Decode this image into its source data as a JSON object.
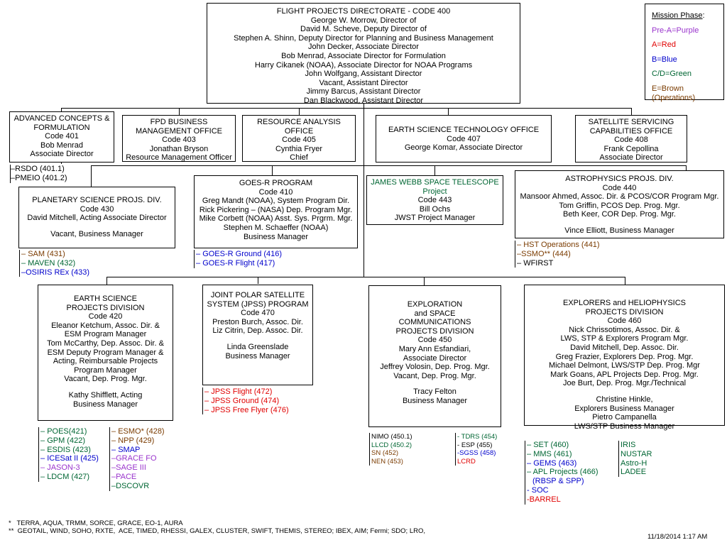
{
  "directorate": {
    "lines": [
      "FLIGHT PROJECTS DIRECTORATE - CODE 400",
      "George W. Morrow, Director of",
      "David M. Scheve, Deputy Director of",
      "Stephen A. Shinn, Deputy Director for Planning and Business Management",
      "John Decker, Associate Director",
      "Bob Menrad, Associate Director for Formulation",
      "Harry Cikanek (NOAA), Associate Director for NOAA Programs",
      "John Wolfgang, Assistant Director",
      "Vacant, Assistant Director",
      "Jimmy Barcus, Assistant Director",
      "Dan Blackwood, Assistant Director"
    ]
  },
  "legend": {
    "title": "Mission Phase",
    "colon": ":",
    "items": [
      {
        "text": "Pre-A=Purple",
        "color": "#9933cc"
      },
      {
        "text": "A=Red",
        "color": "#e00000"
      },
      {
        "text": "B=Blue",
        "color": "#0000cc"
      },
      {
        "text": "C/D=Green",
        "color": "#006633"
      },
      {
        "text": "E=Brown (Operations)",
        "color": "#7a3b00"
      }
    ]
  },
  "offices": {
    "adv_concepts": [
      "ADVANCED CONCEPTS &",
      "FORMULATION",
      "Code 401",
      "Bob Menrad",
      "Associate Director"
    ],
    "fpd_business": [
      "FPD BUSINESS",
      "MANAGEMENT OFFICE",
      "Code 403",
      "Jonathan Bryson",
      "Resource Management Officer"
    ],
    "resource_analysis": [
      "RESOURCE ANALYSIS",
      "OFFICE",
      "Code 405",
      "Cynthia Fryer",
      "Chief"
    ],
    "earth_tech": [
      "EARTH SCIENCE TECHNOLOGY OFFICE",
      "Code 407",
      "George Komar, Associate Director"
    ],
    "sat_servicing": [
      "SATELLITE SERVICING",
      "CAPABILITIES OFFICE",
      "Code 408",
      "Frank Cepollina",
      "Associate Director"
    ]
  },
  "adv_list": [
    "RSDO (401.1)",
    "PMEIO (401.2)"
  ],
  "planetary": {
    "lines": [
      "PLANETARY SCIENCE PROJS. DIV.",
      "Code 430",
      "David Mitchell, Acting Associate Director",
      "",
      "Vacant, Business Manager"
    ],
    "list": [
      {
        "text": "SAM (431)",
        "color": "#7a3b00"
      },
      {
        "text": "MAVEN (432)",
        "color": "#006633"
      },
      {
        "text": "OSIRIS REx (433)",
        "color": "#0000cc"
      }
    ]
  },
  "goes": {
    "lines": [
      "GOES-R  PROGRAM",
      "Code 410",
      "Greg Mandt (NOAA), System Program Dir.",
      "Rick Pickering – (NASA) Dep. Program Mgr.",
      "Mike Corbett (NOAA) Asst. Sys. Prgrm. Mgr.",
      "Stephen M. Schaeffer (NOAA)",
      "Business Manager"
    ],
    "list": [
      {
        "text": "GOES-R Ground (416)",
        "color": "#0000cc"
      },
      {
        "text": "GOES-R Flight (417)",
        "color": "#0000cc"
      }
    ]
  },
  "jwst": {
    "title_lines": [
      "JAMES WEBB SPACE TELESCOPE",
      "Project"
    ],
    "title_color": "#006633",
    "lines": [
      "Code 443",
      "Bill Ochs",
      "JWST Project Manager"
    ]
  },
  "astro": {
    "lines": [
      "ASTROPHYSICS PROJS. DIV.",
      "Code 440",
      "Mansoor Ahmed, Assoc. Dir. & PCOS/COR Program Mgr.",
      "Tom Griffin, PCOS Dep. Prog. Mgr.",
      "Beth Keer, COR Dep. Prog. Mgr.",
      "",
      "Vince Elliott, Business Manager"
    ],
    "list": [
      {
        "text": "HST Operations (441)",
        "color": "#7a3b00"
      },
      {
        "text": "SSMO** (444)",
        "color": "#7a3b00"
      },
      {
        "text": "WFIRST",
        "color": "#000000"
      }
    ]
  },
  "earth_div": {
    "lines": [
      "EARTH SCIENCE",
      "PROJECTS DIVISION",
      "Code 420",
      "Eleanor Ketchum, Assoc. Dir. &",
      "ESM Program Manager",
      "Tom McCarthy, Dep. Assoc. Dir. &",
      "ESM Deputy Program Manager &",
      "Acting, Reimbursable Projects",
      "Program Manager",
      "Vacant, Dep. Prog. Mgr.",
      "",
      "Kathy Shifflett, Acting",
      "Business Manager"
    ],
    "list_left": [
      {
        "text": "POES(421)",
        "color": "#006633"
      },
      {
        "text": "GPM (422)",
        "color": "#006633"
      },
      {
        "text": "ESDIS (423)",
        "color": "#006633"
      },
      {
        "text": "ICESat II (425)",
        "color": "#0000cc"
      },
      {
        "text": "JASON-3",
        "color": "#9933cc"
      },
      {
        "text": "LDCM (427)",
        "color": "#006633"
      }
    ],
    "list_right": [
      {
        "text": "ESMO* (428)",
        "color": "#7a3b00"
      },
      {
        "text": "NPP (429)",
        "color": "#7a3b00"
      },
      {
        "text": "SMAP",
        "color": "#0000cc"
      },
      {
        "text": "GRACE FO",
        "color": "#9933cc"
      },
      {
        "text": "SAGE III",
        "color": "#9933cc"
      },
      {
        "text": "PACE",
        "color": "#9933cc"
      },
      {
        "text": "DSCOVR",
        "color": "#006633"
      }
    ]
  },
  "jpss": {
    "lines": [
      "JOINT POLAR SATELLITE",
      "SYSTEM (JPSS) PROGRAM",
      "Code 470",
      "Preston Burch, Assoc. Dir.",
      "Liz Citrin, Dep. Assoc. Dir.",
      "",
      "Linda Greenslade",
      "Business Manager"
    ],
    "list": [
      {
        "text": "JPSS Flight (472)",
        "color": "#e00000"
      },
      {
        "text": "JPSS Ground (474)",
        "color": "#e00000"
      },
      {
        "text": "JPSS Free Flyer (476)",
        "color": "#e00000"
      }
    ]
  },
  "exploration": {
    "lines": [
      "EXPLORATION",
      "and SPACE",
      "COMMUNICATIONS",
      "PROJECTS DIVISION",
      "Code 450",
      "Mary Ann Esfandiari,",
      "Associate Director",
      "Jeffrey Volosin, Dep. Prog. Mgr.",
      "Vacant, Dep. Prog. Mgr.",
      "",
      "Tracy Felton",
      "Business Manager"
    ],
    "list_left": [
      {
        "text": "NIMO (450.1)",
        "color": "#000000"
      },
      {
        "text": "LLCD (450.2)",
        "color": "#006633"
      },
      {
        "text": "SN (452)",
        "color": "#7a3b00"
      },
      {
        "text": "NEN (453)",
        "color": "#7a3b00"
      }
    ],
    "list_right": [
      {
        "text": "TDRS (454)",
        "color": "#006633"
      },
      {
        "text": "ESP (455)",
        "color": "#000000"
      },
      {
        "text": "SGSS (458)",
        "color": "#0000cc"
      },
      {
        "text": "LCRD",
        "color": "#e00000"
      }
    ]
  },
  "explorers": {
    "lines": [
      "EXPLORERS and HELIOPHYSICS",
      "PROJECTS DIVISION",
      "Code 460",
      "Nick Chrissotimos, Assoc. Dir. &",
      "LWS, STP & Explorers Program Mgr.",
      "David Mitchell, Dep. Assoc. Dir.",
      "Greg Frazier, Explorers Dep. Prog. Mgr.",
      "Michael Delmont, LWS/STP Dep. Prog. Mgr",
      "Mark Goans, APL Projects Dep. Prog. Mgr.",
      "Joe Burt, Dep. Prog. Mgr./Technical",
      "",
      "Christine Hinkle,",
      "Explorers Business Manager",
      "Pietro Campanella",
      "LWS/STP Business Manager"
    ],
    "list_left": [
      {
        "text": "SET (460)",
        "color": "#006633"
      },
      {
        "text": "MMS (461)",
        "color": "#006633"
      },
      {
        "text": "GEMS (463)",
        "color": "#0000cc"
      },
      {
        "text": "APL Projects (466)",
        "color": "#006633"
      },
      {
        "text": "(RBSP & SPP)",
        "color": "#0000cc"
      },
      {
        "text": "SOC",
        "color": "#0000cc"
      },
      {
        "text": "BARREL",
        "color": "#e00000"
      }
    ],
    "list_right": [
      {
        "text": "IRIS",
        "color": "#006633"
      },
      {
        "text": "NUSTAR",
        "color": "#006633"
      },
      {
        "text": "Astro-H",
        "color": "#006633"
      },
      {
        "text": "LADEE",
        "color": "#006633"
      }
    ]
  },
  "footnotes": [
    "*   TERRA, AQUA, TRMM, SORCE, GRACE, EO-1, AURA",
    "**  GEOTAIL, WIND, SOHO, RXTE,  ACE, TIMED, RHESSI, GALEX, CLUSTER, SWIFT, THEMIS, STEREO; IBEX, AIM; Fermi; SDO; LRO,"
  ],
  "timestamp": "11/18/2014 1:17 AM"
}
